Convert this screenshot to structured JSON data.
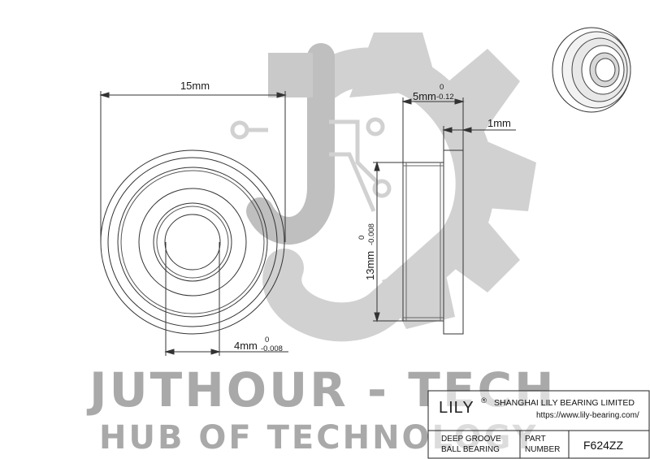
{
  "drawing": {
    "outer_diameter": "15mm",
    "width_label": "5mm",
    "width_tol_upper": "0",
    "width_tol_lower": "-0.12",
    "flange_thickness": "1mm",
    "body_diameter_label": "13mm",
    "body_tol_upper": "0",
    "body_tol_lower": "-0.008",
    "bore_label": "4mm",
    "bore_tol_upper": "0",
    "bore_tol_lower": "-0.008"
  },
  "watermark": {
    "line1": "JUTHOUR - TECH",
    "line2": "HUB OF TECHNOLOGY"
  },
  "title_block": {
    "brand": "LILY",
    "registered": "®",
    "company": "SHANGHAI LILY BEARING LIMITED",
    "website": "https://www.lily-bearing.com/",
    "type_line1": "DEEP GROOVE",
    "type_line2": "BALL BEARING",
    "part_label_line1": "PART",
    "part_label_line2": "NUMBER",
    "part_number": "F624ZZ"
  }
}
